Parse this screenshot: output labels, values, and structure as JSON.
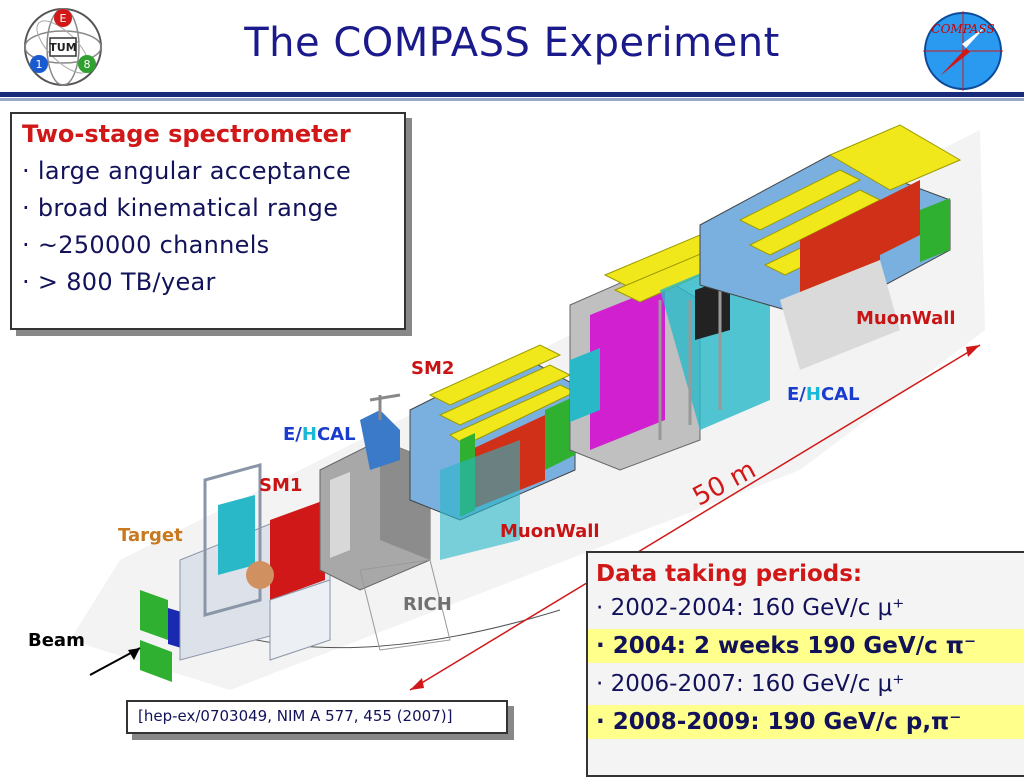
{
  "slide": {
    "title": "The COMPASS Experiment"
  },
  "logos": {
    "tum": {
      "letters": [
        "E",
        "TUM",
        "1",
        "8"
      ]
    },
    "compass": {
      "text": "COMPASS"
    }
  },
  "spectrometer_box": {
    "heading": "Two-stage spectrometer",
    "bullets": [
      "· large angular acceptance",
      "· broad kinematical range",
      "· ~250000 channels",
      "· > 800 TB/year"
    ]
  },
  "data_box": {
    "heading": "Data taking periods:",
    "rows": [
      {
        "text": "· 2002-2004: 160 GeV/c μ⁺",
        "highlight": false
      },
      {
        "text": "· 2004: 2 weeks 190 GeV/c π⁻",
        "highlight": true
      },
      {
        "text": "· 2006-2007: 160 GeV/c μ⁺",
        "highlight": false
      },
      {
        "text": "· 2008-2009: 190 GeV/c p,π⁻",
        "highlight": true
      }
    ]
  },
  "reference": "[hep-ex/0703049, NIM A 577, 455 (2007)]",
  "labels": {
    "muonwall_top": "MuonWall",
    "ehcal_right_e": "E/",
    "ehcal_right_h": "H",
    "ehcal_right_cal": "CAL",
    "sm2": "SM2",
    "ehcal_left_e": "E/",
    "ehcal_left_h": "H",
    "ehcal_left_cal": "CAL",
    "sm1": "SM1",
    "target": "Target",
    "muonwall_bottom": "MuonWall",
    "rich": "RICH",
    "beam": "Beam",
    "length": "50 m"
  },
  "colors": {
    "title": "#1a1a8c",
    "heading_red": "#d01818",
    "highlight": "#ffff8c",
    "magnet_yellow": "#f0e81a",
    "detector_red": "#d03018",
    "detector_green": "#30b030",
    "detector_magenta": "#d020d0",
    "detector_cyan": "#28b8c8"
  }
}
